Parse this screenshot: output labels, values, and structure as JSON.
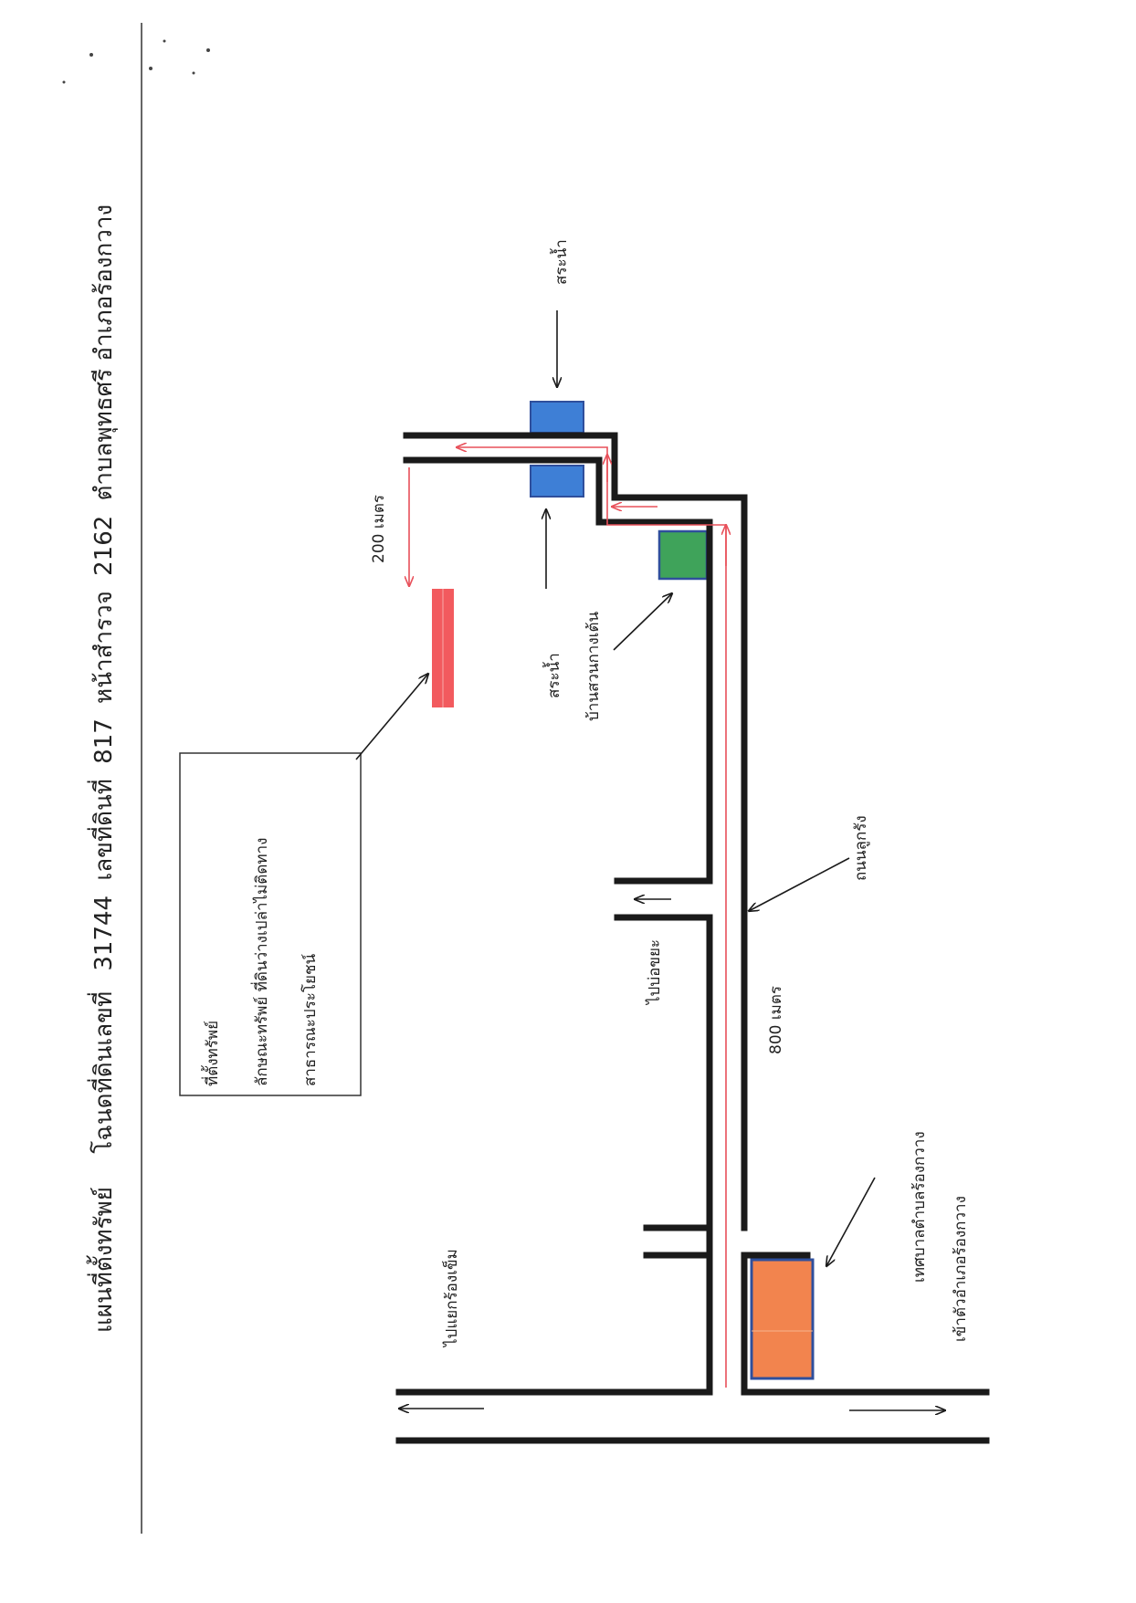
{
  "title": {
    "prefix": "แผนที่ตั้งทรัพย์",
    "deed_label": "โฉนดที่ดินเลขที่",
    "deed_no": "31744",
    "land_label": "เลขที่ดินที่",
    "land_no": "817",
    "survey_label": "หน้าสำรวจ",
    "survey_no": "2162",
    "location": "ตำบลพุทธศรี อำเภอร้องกวาง"
  },
  "legend": {
    "line1": "ที่ตั้งทรัพย์",
    "line2": "ลักษณะทรัพย์ ที่ดินว่างเปล่าไม่ติดทาง",
    "line3": "สาธารณะประโยชน์"
  },
  "labels": {
    "pond_top": "สระน้ำ",
    "pond_bottom": "สระน้ำ",
    "distance_200": "200 เมตร",
    "house": "บ้านสวนกางเต้น",
    "road_name": "ถนนลูกรัง",
    "to_dump": "ไปบ่อขยะ",
    "distance_800": "800 เมตร",
    "municipality_line1": "เทศบาลตำบลร้องกวาง",
    "municipality_line2": "เข้าตัวอำเภอร้องกวาง",
    "to_junction": "ไปแยกร้องเข็ม"
  },
  "colors": {
    "property": "#f25a5e",
    "pond": "#3e7fd6",
    "house": "#3fa35a",
    "municipality": "#f2844e",
    "box_border": "#2f4f9c",
    "route": "#e8505a",
    "road": "#1a1a1a"
  }
}
